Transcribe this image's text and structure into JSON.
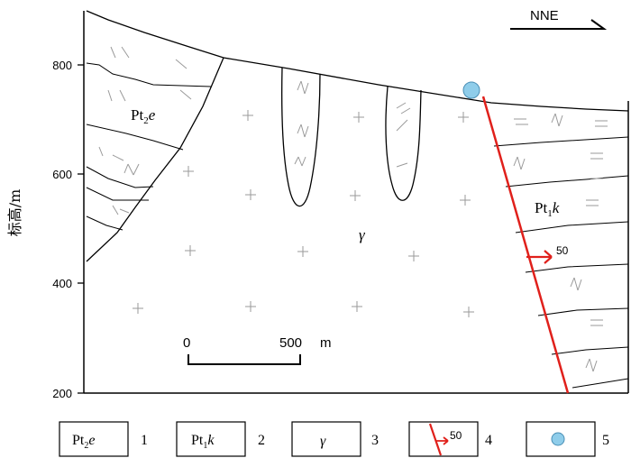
{
  "y_axis": {
    "title": "标高/m",
    "ticks": [
      {
        "value": 200,
        "label": "200"
      },
      {
        "value": 400,
        "label": "400"
      },
      {
        "value": 600,
        "label": "600"
      },
      {
        "value": 800,
        "label": "800"
      }
    ]
  },
  "direction": {
    "label": "NNE"
  },
  "units": {
    "pt2e": {
      "main": "Pt",
      "sub": "2",
      "ital": "e"
    },
    "pt1k": {
      "main": "Pt",
      "sub": "1",
      "ital": "k"
    },
    "gamma": {
      "symbol": "γ"
    }
  },
  "fault_dip": {
    "value": "50"
  },
  "scale_bar": {
    "start_label": "0",
    "end_label": "500",
    "unit": "m"
  },
  "legend": [
    {
      "id": 1,
      "main": "Pt",
      "sub": "2",
      "ital": "e",
      "number": "1"
    },
    {
      "id": 2,
      "main": "Pt",
      "sub": "1",
      "ital": "k",
      "number": "2"
    },
    {
      "id": 3,
      "symbol": "γ",
      "number": "3"
    },
    {
      "id": 4,
      "dip": "50",
      "number": "4"
    },
    {
      "id": 5,
      "number": "5"
    }
  ],
  "colors": {
    "fault": "#e0201b",
    "deposit": "#8fcdea",
    "ornament": "#9a9a9a"
  }
}
